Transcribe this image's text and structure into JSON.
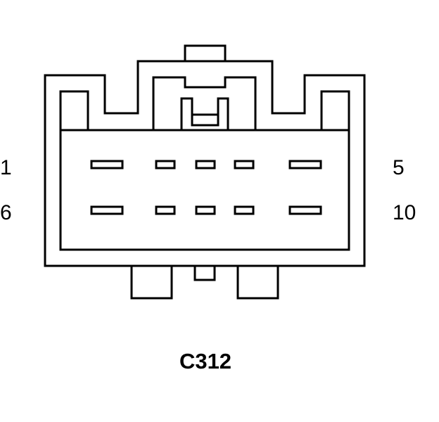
{
  "connector": {
    "id": "C312",
    "pin_labels": {
      "top_left": "1",
      "top_right": "5",
      "bottom_left": "6",
      "bottom_right": "10"
    },
    "rows": 2,
    "pins_per_row": 5
  },
  "colors": {
    "line": "#000000",
    "background": "#ffffff"
  }
}
